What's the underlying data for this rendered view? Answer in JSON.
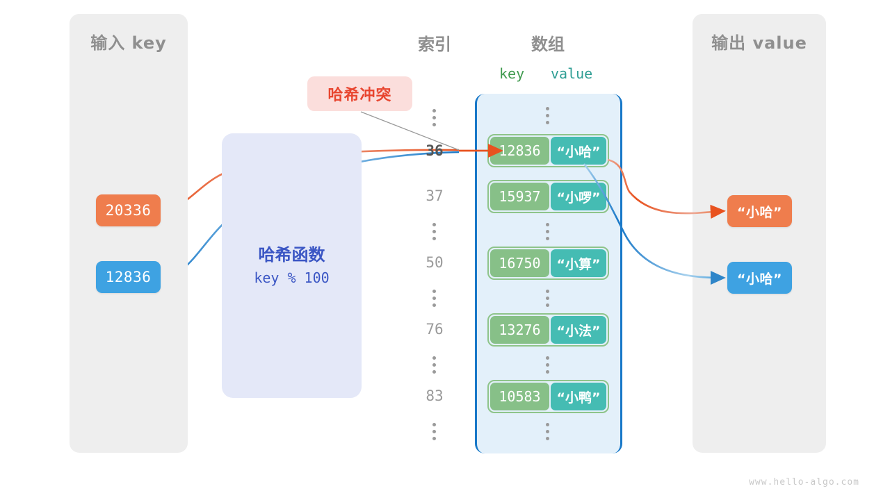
{
  "panels": {
    "input": {
      "title": "输入 key"
    },
    "output": {
      "title": "输出 value"
    }
  },
  "headings": {
    "index": "索引",
    "array": "数组",
    "key": "key",
    "value": "value"
  },
  "hash_function": {
    "title": "哈希函数",
    "formula": "key % 100"
  },
  "collision": {
    "label": "哈希冲突"
  },
  "inputs": [
    {
      "key": "20336",
      "color": "#ef7d4d"
    },
    {
      "key": "12836",
      "color": "#3ea2e2"
    }
  ],
  "outputs": [
    {
      "value": "“小哈”",
      "color": "#ef7d4d"
    },
    {
      "value": "“小哈”",
      "color": "#3ea2e2"
    }
  ],
  "array": {
    "indices": [
      {
        "label": "36",
        "active": true
      },
      {
        "label": "37",
        "active": false
      },
      {
        "label": "50",
        "active": false
      },
      {
        "label": "76",
        "active": false
      },
      {
        "label": "83",
        "active": false
      }
    ],
    "buckets": [
      {
        "key": "12836",
        "value": "“小哈”"
      },
      {
        "key": "15937",
        "value": "“小啰”"
      },
      {
        "key": "16750",
        "value": "“小算”"
      },
      {
        "key": "13276",
        "value": "“小法”"
      },
      {
        "key": "10583",
        "value": "“小鸭”"
      }
    ],
    "ellipsis_count": 6
  },
  "colors": {
    "key_cell": "#87c088",
    "value_cell": "#45bcb3",
    "array_bg": "#e3f0fa",
    "array_border": "#1878c8",
    "hash_bg": "#e4e8f8",
    "hash_text": "#3b56c4",
    "collision_bg": "#fbdedc",
    "collision_text": "#e8452f",
    "panel_bg": "#eeeeee",
    "panel_text": "#8f8f8f",
    "orange": "#ef7d4d",
    "blue": "#3ea2e2"
  },
  "watermark": "www.hello-algo.com"
}
